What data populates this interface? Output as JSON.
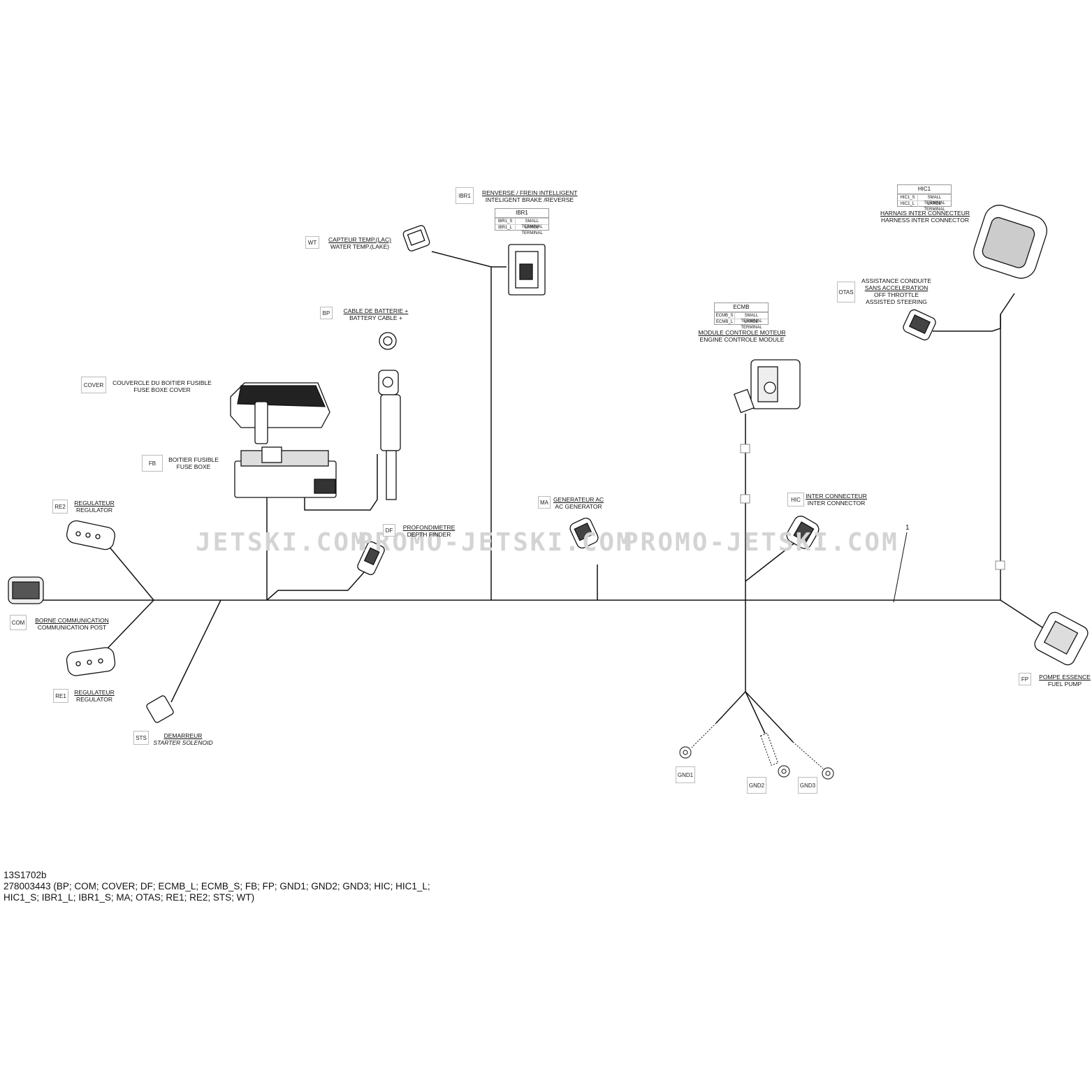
{
  "watermarks": [
    "JETSKI.COM",
    "PROMO-JETSKI.COM",
    "PROMO-JETSKI.COM"
  ],
  "item_marker": "1",
  "tags": {
    "ibr1": "IBR1",
    "wt": "WT",
    "bp": "BP",
    "cover": "COVER",
    "fb": "FB",
    "re2": "RE2",
    "com": "COM",
    "re1": "RE1",
    "sts": "STS",
    "df": "DF",
    "ma": "MA",
    "hic": "HIC",
    "otas": "OTAS",
    "fp": "FP",
    "gnd1": "GND1",
    "gnd2": "GND2",
    "gnd3": "GND3"
  },
  "labels": {
    "ibr1": {
      "fr": "RENVERSE / FREIN INTELLIGENT",
      "en": "INTELIGENT BRAKE /REVERSE"
    },
    "wt": {
      "fr": "CAPTEUR TEMP.(LAC)",
      "en": "WATER TEMP.(LAKE)"
    },
    "bp": {
      "fr": "CABLE DE BATTERIE +",
      "en": "BATTERY CABLE +"
    },
    "cover": {
      "fr": "COUVERCLE DU BOITIER FUSIBLE",
      "en": "FUSE BOXE COVER"
    },
    "fb": {
      "fr": "BOITIER FUSIBLE",
      "en": "FUSE BOXE"
    },
    "re2": {
      "fr": "REGULATEUR",
      "en": "REGULATOR"
    },
    "com": {
      "fr": "BORNE COMMUNICATION",
      "en": "COMMUNICATION POST"
    },
    "re1": {
      "fr": "REGULATEUR",
      "en": "REGULATOR"
    },
    "sts": {
      "fr": "DEMARREUR",
      "en": "STARTER SOLENOID"
    },
    "df": {
      "fr": "PROFONDIMETRE",
      "en": "DEPTH FINDER"
    },
    "ma": {
      "fr": "GENERATEUR AC",
      "en": "AC GENERATOR"
    },
    "ecmb": {
      "fr": "MODULE CONTROLE MOTEUR",
      "en": "ENGINE CONTROLE MODULE"
    },
    "hic": {
      "fr": "INTER CONNECTEUR",
      "en": "INTER CONNECTOR"
    },
    "otas": {
      "l1": "ASSISTANCE CONDUITE",
      "l2": "SANS ACCELERATION",
      "l3": "OFF THROTTLE",
      "l4": "ASSISTED STEERING"
    },
    "hic1": {
      "fr": "HARNAIS INTER CONNECTEUR",
      "en": "HARNESS INTER CONNECTOR"
    },
    "fp": {
      "fr": "POMPE ESSENCE",
      "en": "FUEL PUMP"
    }
  },
  "terminal_tables": {
    "ibr1": {
      "title": "IBR1",
      "rows": [
        [
          "IBR1_S",
          "SMALL TERMINAL"
        ],
        [
          "IBR1_L",
          "LARGE TERMINAL"
        ]
      ]
    },
    "ecmb": {
      "title": "ECMB",
      "rows": [
        [
          "ECMB_S",
          "SMALL TERMINAL"
        ],
        [
          "ECMB_L",
          "LARGE TERMINAL"
        ]
      ]
    },
    "hic1": {
      "title": "HIC1",
      "rows": [
        [
          "HIC1_S",
          "SMALL TERMINAL"
        ],
        [
          "HIC1_L",
          "LARGE TERMINAL"
        ]
      ]
    }
  },
  "footer": {
    "code": "13S1702b",
    "line1": "278003443 (BP; COM; COVER; DF; ECMB_L; ECMB_S; FB; FP; GND1; GND2; GND3; HIC; HIC1_L;",
    "line2": "HIC1_S; IBR1_L; IBR1_S; MA; OTAS; RE1;  RE2; STS; WT)"
  }
}
